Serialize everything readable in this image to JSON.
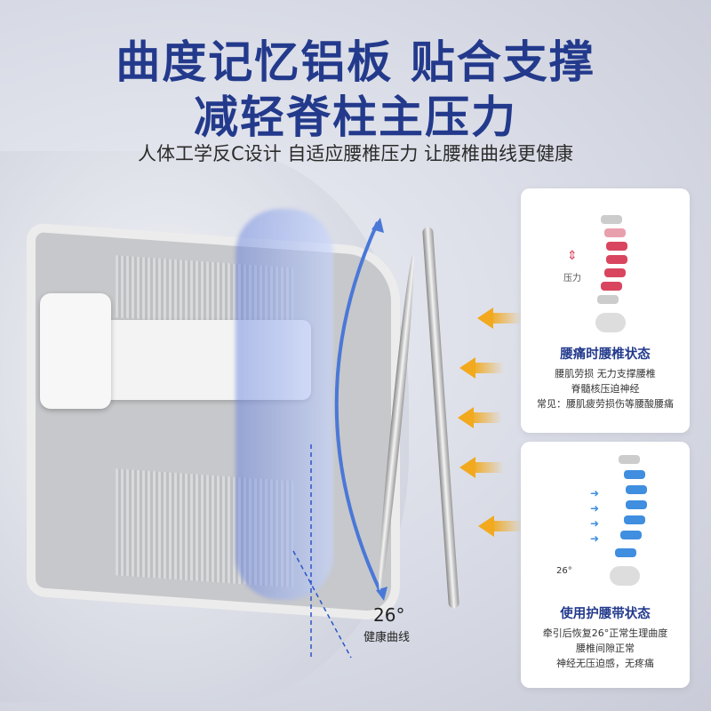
{
  "headline": {
    "line1": "曲度记忆铝板 贴合支撑",
    "line2": "减轻脊柱主压力"
  },
  "subtitle": "人体工学反C设计 自适应腰椎压力 让腰椎曲线更健康",
  "main_figure": {
    "angle": "26°",
    "curve_label": "健康曲线"
  },
  "cards": [
    {
      "title": "腰痛时腰椎状态",
      "pressure_label": "压力",
      "lines": [
        "腰肌劳损 无力支撑腰椎",
        "脊髓核压迫神经",
        "常见：腰肌疲劳损伤等腰酸腰痛"
      ],
      "accent": "#d9455f"
    },
    {
      "title": "使用护腰带状态",
      "angle_label": "26°",
      "lines": [
        "牵引后恢复26°正常生理曲度",
        "腰椎间隙正常",
        "神经无压迫感，无疼痛"
      ],
      "accent": "#3f8ee0"
    }
  ],
  "colors": {
    "headline": "#233a8c",
    "arrow": "#f2a91d"
  }
}
